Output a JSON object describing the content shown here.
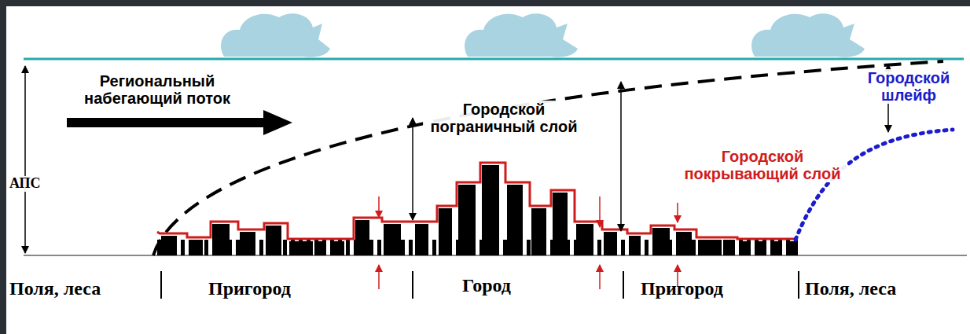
{
  "diagram": {
    "labels": [
      "Региональный набегающий поток",
      "Городской пограничный слой",
      "Городской покрывающий слой",
      "Городской шлейф",
      "АПС",
      "Поля, леса",
      "Пригород",
      "Город",
      "Пригород",
      "Поля, леса"
    ]
  }
}
